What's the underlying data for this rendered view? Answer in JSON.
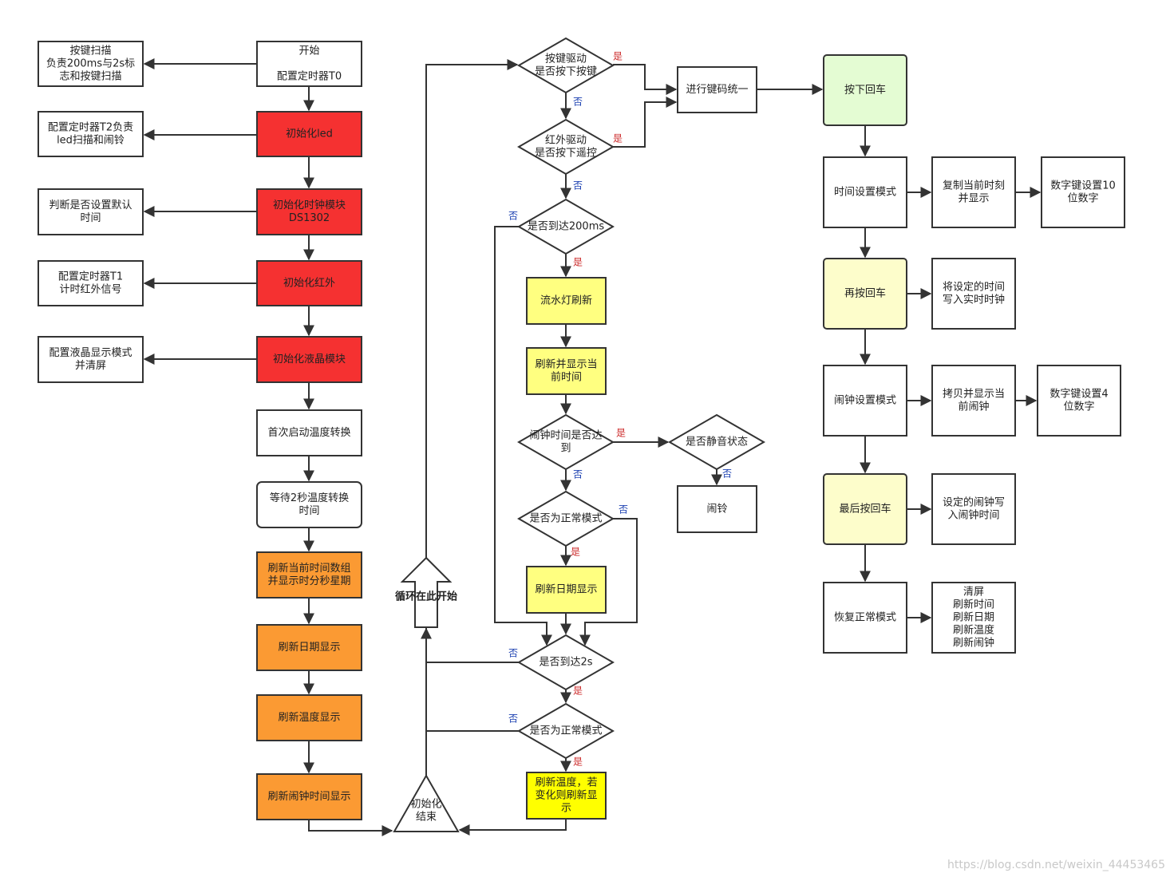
{
  "colors": {
    "white": "#ffffff",
    "red": "#f53131",
    "orange": "#fb9a33",
    "yellow_light": "#ffff80",
    "yellow_bright": "#ffff00",
    "green_light": "#e4fcd3",
    "yellow_pale": "#fdfdcb",
    "yes_label": "#cc2b2b",
    "no_label": "#1a3fb0",
    "loop_text": "#b01cb0"
  },
  "edge_labels": {
    "yes": "是",
    "no": "否"
  },
  "nodes": {
    "start": [
      "开始",
      "",
      "配置定时器T0"
    ],
    "key_scan": [
      "按键扫描",
      "负责200ms与2s标",
      "志和按键扫描"
    ],
    "init_led": [
      "初始化led"
    ],
    "t2_config": [
      "配置定时器T2负责",
      "led扫描和闹铃"
    ],
    "init_clock": [
      "初始化时钟模块",
      "DS1302"
    ],
    "default_time": [
      "判断是否设置默认",
      "时间"
    ],
    "init_ir": [
      "初始化红外"
    ],
    "t1_config": [
      "配置定时器T1",
      "计时红外信号"
    ],
    "init_lcd": [
      "初始化液晶模块"
    ],
    "lcd_mode": [
      "配置液晶显示模式",
      "并清屏"
    ],
    "first_temp": [
      "首次启动温度转换"
    ],
    "wait_2s": [
      "等待2秒温度转换",
      "时间"
    ],
    "refresh_time_array": [
      "刷新当前时间数组",
      "并显示时分秒星期"
    ],
    "refresh_date": [
      "刷新日期显示"
    ],
    "refresh_temp": [
      "刷新温度显示"
    ],
    "refresh_alarm": [
      "刷新闹钟时间显示"
    ],
    "init_end": [
      "初始化",
      "结束"
    ],
    "loop_start": [
      "循环在此开始"
    ],
    "key_drive": [
      "按键驱动",
      "是否按下按键"
    ],
    "ir_drive": [
      "红外驱动",
      "是否按下遥控"
    ],
    "keycode_unify": [
      "进行键码统一"
    ],
    "reach_200ms": [
      "是否到达200ms"
    ],
    "water_led": [
      "流水灯刷新"
    ],
    "refresh_show_time": [
      "刷新并显示当",
      "前时间"
    ],
    "alarm_reached": [
      "闹钟时间是否达",
      "到"
    ],
    "mute_state": [
      "是否静音状态"
    ],
    "alarm_ring": [
      "闹铃"
    ],
    "normal_mode_1": [
      "是否为正常模式"
    ],
    "refresh_date_2": [
      "刷新日期显示"
    ],
    "reach_2s": [
      "是否到达2s"
    ],
    "normal_mode_2": [
      "是否为正常模式"
    ],
    "refresh_temp_2": [
      "刷新温度，若",
      "变化则刷新显",
      "示"
    ],
    "press_enter": [
      "按下回车"
    ],
    "time_set_mode": [
      "时间设置模式"
    ],
    "copy_time": [
      "复制当前时刻",
      "并显示"
    ],
    "digit_10": [
      "数字键设置10",
      "位数字"
    ],
    "press_enter_again": [
      "再按回车"
    ],
    "write_rtc": [
      "将设定的时间",
      "写入实时时钟"
    ],
    "alarm_set_mode": [
      "闹钟设置模式"
    ],
    "copy_alarm": [
      "拷贝并显示当",
      "前闹钟"
    ],
    "digit_4": [
      "数字键设置4",
      "位数字"
    ],
    "last_enter": [
      "最后按回车"
    ],
    "write_alarm": [
      "设定的闹钟写",
      "入闹钟时间"
    ],
    "restore_normal": [
      "恢复正常模式"
    ],
    "refresh_all": [
      "清屏",
      "刷新时间",
      "刷新日期",
      "刷新温度",
      "刷新闹钟"
    ]
  },
  "watermark": "https://blog.csdn.net/weixin_44453465"
}
